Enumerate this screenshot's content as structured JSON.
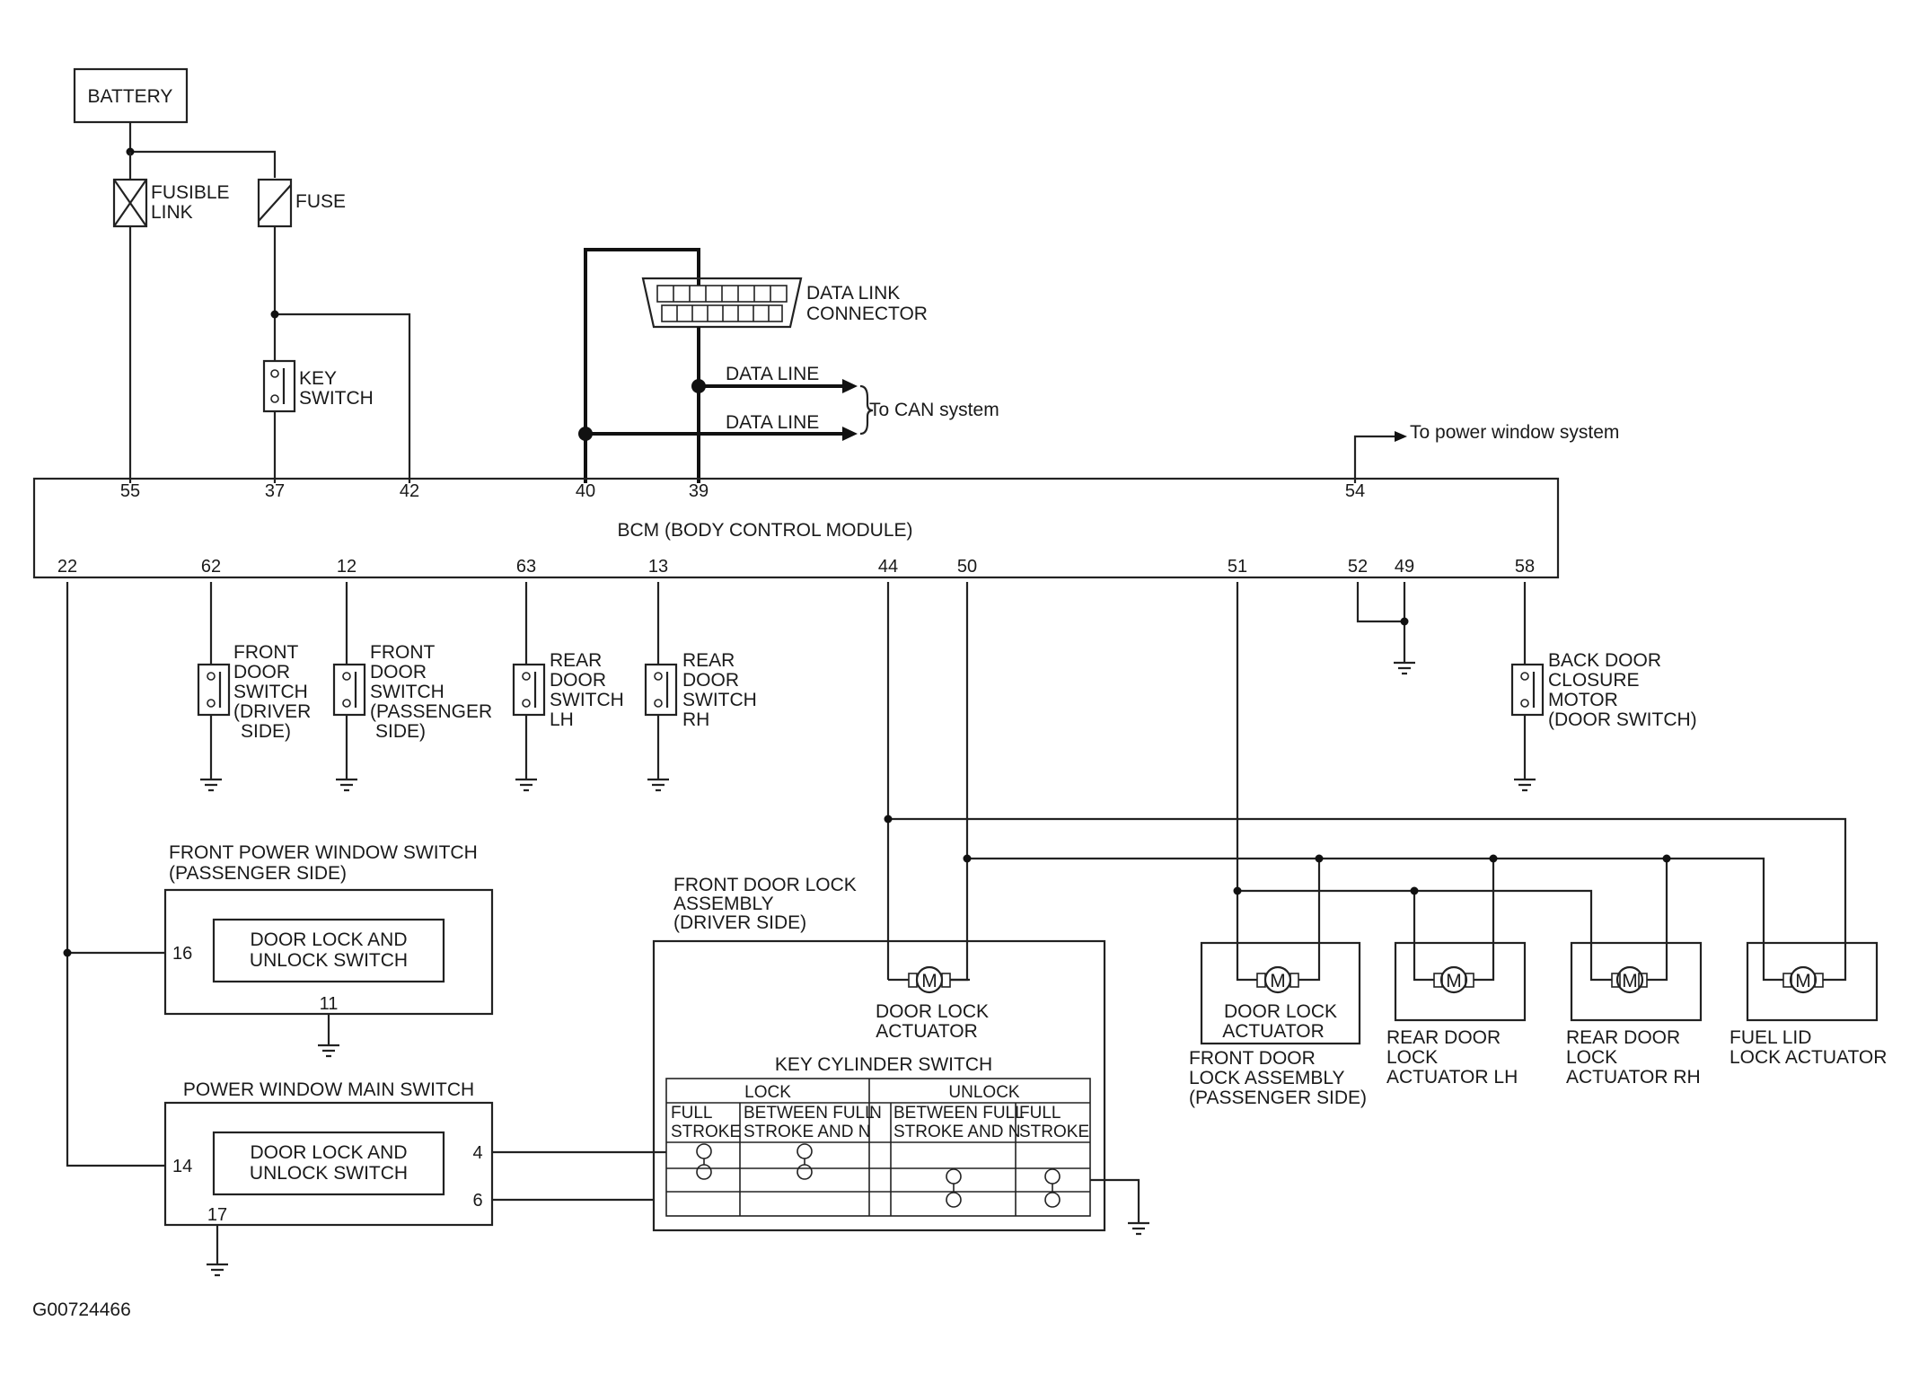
{
  "battery": "BATTERY",
  "fusible_link": [
    "FUSIBLE",
    "LINK"
  ],
  "fuse": "FUSE",
  "key_switch": [
    "KEY",
    "SWITCH"
  ],
  "data_link_connector": [
    "DATA LINK",
    "CONNECTOR"
  ],
  "data_line_1": "DATA LINE",
  "data_line_2": "DATA LINE",
  "to_can": "To CAN system",
  "to_power_window": "To power window system",
  "bcm_title": "BCM (BODY CONTROL MODULE)",
  "bcm_top_pins": [
    "55",
    "37",
    "42",
    "40",
    "39",
    "54"
  ],
  "bcm_bottom_pins": [
    "22",
    "62",
    "12",
    "63",
    "13",
    "44",
    "50",
    "51",
    "52",
    "49",
    "58"
  ],
  "front_door_switch_driver": [
    "FRONT",
    "DOOR",
    "SWITCH",
    "(DRIVER",
    "SIDE)"
  ],
  "front_door_switch_passenger": [
    "FRONT",
    "DOOR",
    "SWITCH",
    "(PASSENGER",
    "SIDE)"
  ],
  "rear_door_switch_lh": [
    "REAR",
    "DOOR",
    "SWITCH",
    "LH"
  ],
  "rear_door_switch_rh": [
    "REAR",
    "DOOR",
    "SWITCH",
    "RH"
  ],
  "back_door_closure_motor": [
    "BACK DOOR",
    "CLOSURE",
    "MOTOR",
    "(DOOR SWITCH)"
  ],
  "front_pw_switch_passenger": {
    "title": [
      "FRONT POWER WINDOW SWITCH",
      "(PASSENGER SIDE)"
    ],
    "inner": [
      "DOOR LOCK AND",
      "UNLOCK SWITCH"
    ],
    "pin_in": "16",
    "pin_gnd": "11"
  },
  "pw_main_switch": {
    "title": "POWER WINDOW MAIN SWITCH",
    "inner": [
      "DOOR LOCK AND",
      "UNLOCK SWITCH"
    ],
    "pin_in": "14",
    "pin_gnd": "17",
    "pin_4": "4",
    "pin_6": "6"
  },
  "front_door_lock_assembly_driver": [
    "FRONT DOOR LOCK",
    "ASSEMBLY",
    "(DRIVER SIDE)"
  ],
  "door_lock_actuator_driver": [
    "DOOR LOCK",
    "ACTUATOR"
  ],
  "key_cylinder_switch": {
    "title": "KEY CYLINDER SWITCH",
    "lock": "LOCK",
    "unlock": "UNLOCK",
    "n": "N",
    "col1": [
      "FULL",
      "STROKE"
    ],
    "col2": [
      "BETWEEN FULL",
      "STROKE AND N"
    ],
    "col3": [
      "BETWEEN FULL",
      "STROKE AND N"
    ],
    "col4": [
      "FULL",
      "STROKE"
    ]
  },
  "door_lock_actuator_passenger": [
    "DOOR LOCK",
    "ACTUATOR"
  ],
  "front_door_lock_assembly_passenger": [
    "FRONT DOOR",
    "LOCK ASSEMBLY",
    "(PASSENGER SIDE)"
  ],
  "rear_door_lock_actuator_lh": [
    "REAR DOOR",
    "LOCK",
    "ACTUATOR LH"
  ],
  "rear_door_lock_actuator_rh": [
    "REAR DOOR",
    "LOCK",
    "ACTUATOR RH"
  ],
  "fuel_lid_lock_actuator": [
    "FUEL LID",
    "LOCK ACTUATOR"
  ],
  "motor_symbol": "M",
  "figure_id": "G00724466"
}
